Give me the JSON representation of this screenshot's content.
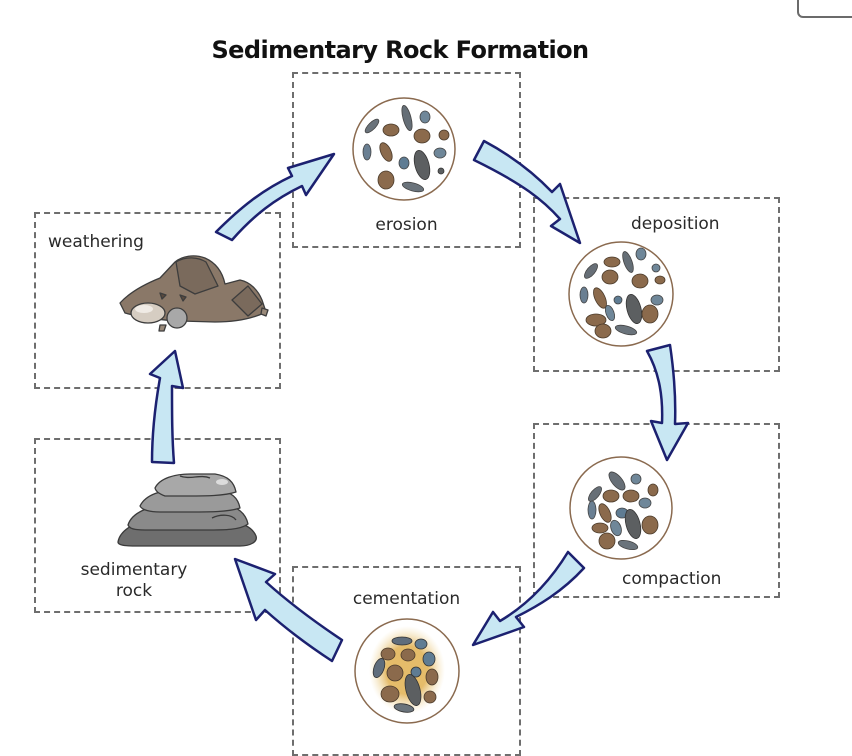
{
  "title": "Sedimentary Rock Formation",
  "stages": {
    "erosion": {
      "label": "erosion",
      "icon": "loose-pebbles-icon"
    },
    "deposition": {
      "label": "deposition",
      "icon": "settled-pebbles-icon"
    },
    "compaction": {
      "label": "compaction",
      "icon": "compacted-pebbles-icon"
    },
    "cementation": {
      "label": "cementation",
      "icon": "cemented-pebbles-icon"
    },
    "sedimentary_rock": {
      "label_line1": "sedimentary",
      "label_line2": "rock",
      "icon": "layered-rock-icon"
    },
    "weathering": {
      "label": "weathering",
      "icon": "broken-rock-pile-icon"
    }
  },
  "cycle_order": [
    "weathering",
    "erosion",
    "deposition",
    "compaction",
    "cementation",
    "sedimentary_rock"
  ],
  "colors": {
    "arrow_fill": "#c8e7f3",
    "arrow_stroke": "#1c2170",
    "dashed_border": "#6e6e6e",
    "circle_stroke": "#8a6a4f",
    "pebble_brown": "#8b6a4c",
    "pebble_gray": "#5f6a73",
    "pebble_blue": "#6d8294",
    "rock_gray": "#8c8c8c",
    "rock_brown": "#8a7a6a"
  }
}
